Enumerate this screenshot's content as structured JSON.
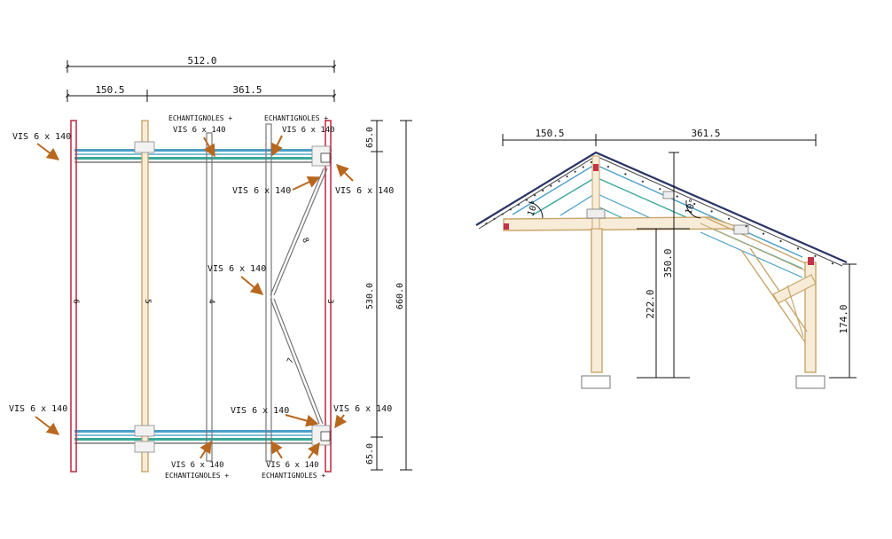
{
  "plan": {
    "overall_width": "512.0",
    "left_bay": "150.5",
    "right_bay": "361.5",
    "top_offset": "65.0",
    "middle_span": "530.0",
    "overall_length": "660.0",
    "bottom_offset": "65.0",
    "screw_label": "VIS 6 x 140",
    "echantignoles_label": "ECHANTIGNOLES +",
    "member_marks": [
      "6",
      "5",
      "4",
      "8",
      "3",
      "7"
    ]
  },
  "section": {
    "left_span": "150.5",
    "right_span": "361.5",
    "ridge_height": "350.0",
    "post_height": "222.0",
    "right_post_height": "174.0",
    "left_angle": "10°",
    "right_angle": "10°"
  },
  "colors": {
    "red_member": "#c2334a",
    "tan_member": "#c9a56a",
    "blue_member": "#4a9fc9",
    "teal_member": "#3aa89a",
    "gray_member": "#9a9a9a",
    "arrow": "#b8671e",
    "cap": "#2a3566"
  }
}
